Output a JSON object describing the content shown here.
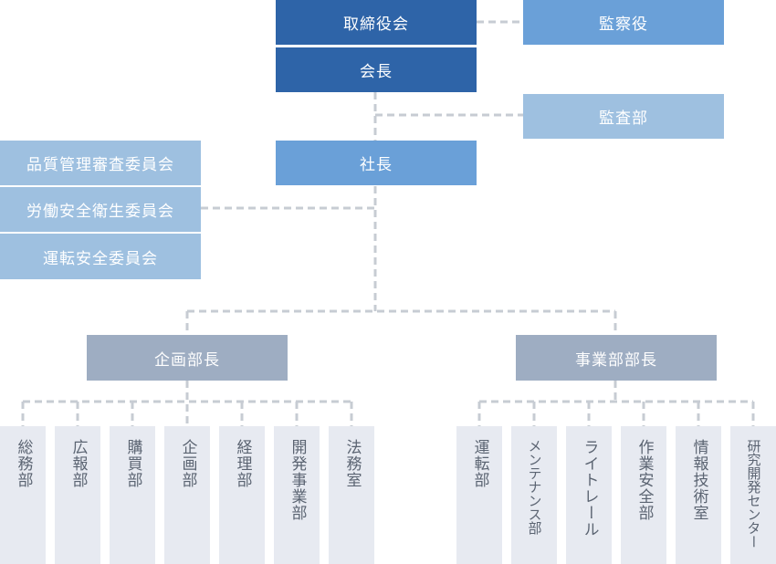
{
  "colors": {
    "board": "#2e64a8",
    "president": "#6aa0d8",
    "audit": "#9ec0e0",
    "division_head": "#9eadc2",
    "department": "#e7eaf1",
    "connector": "#c7ccd3"
  },
  "top": {
    "board": "取締役会",
    "auditor": "監察役",
    "chairman": "会長",
    "audit_dept": "監査部",
    "president": "社長"
  },
  "committees": [
    "品質管理審査委員会",
    "労働安全衛生委員会",
    "運転安全委員会"
  ],
  "divisions": {
    "planning_head": "企画部長",
    "business_head": "事業部部長"
  },
  "planning_departments": [
    "総務部",
    "広報部",
    "購買部",
    "企画部",
    "経理部",
    "開発事業部",
    "法務室"
  ],
  "business_departments": [
    "運転部",
    "メンテナンス部",
    "ライトレール",
    "作業安全部",
    "情報技術室",
    "研究開発センター"
  ]
}
